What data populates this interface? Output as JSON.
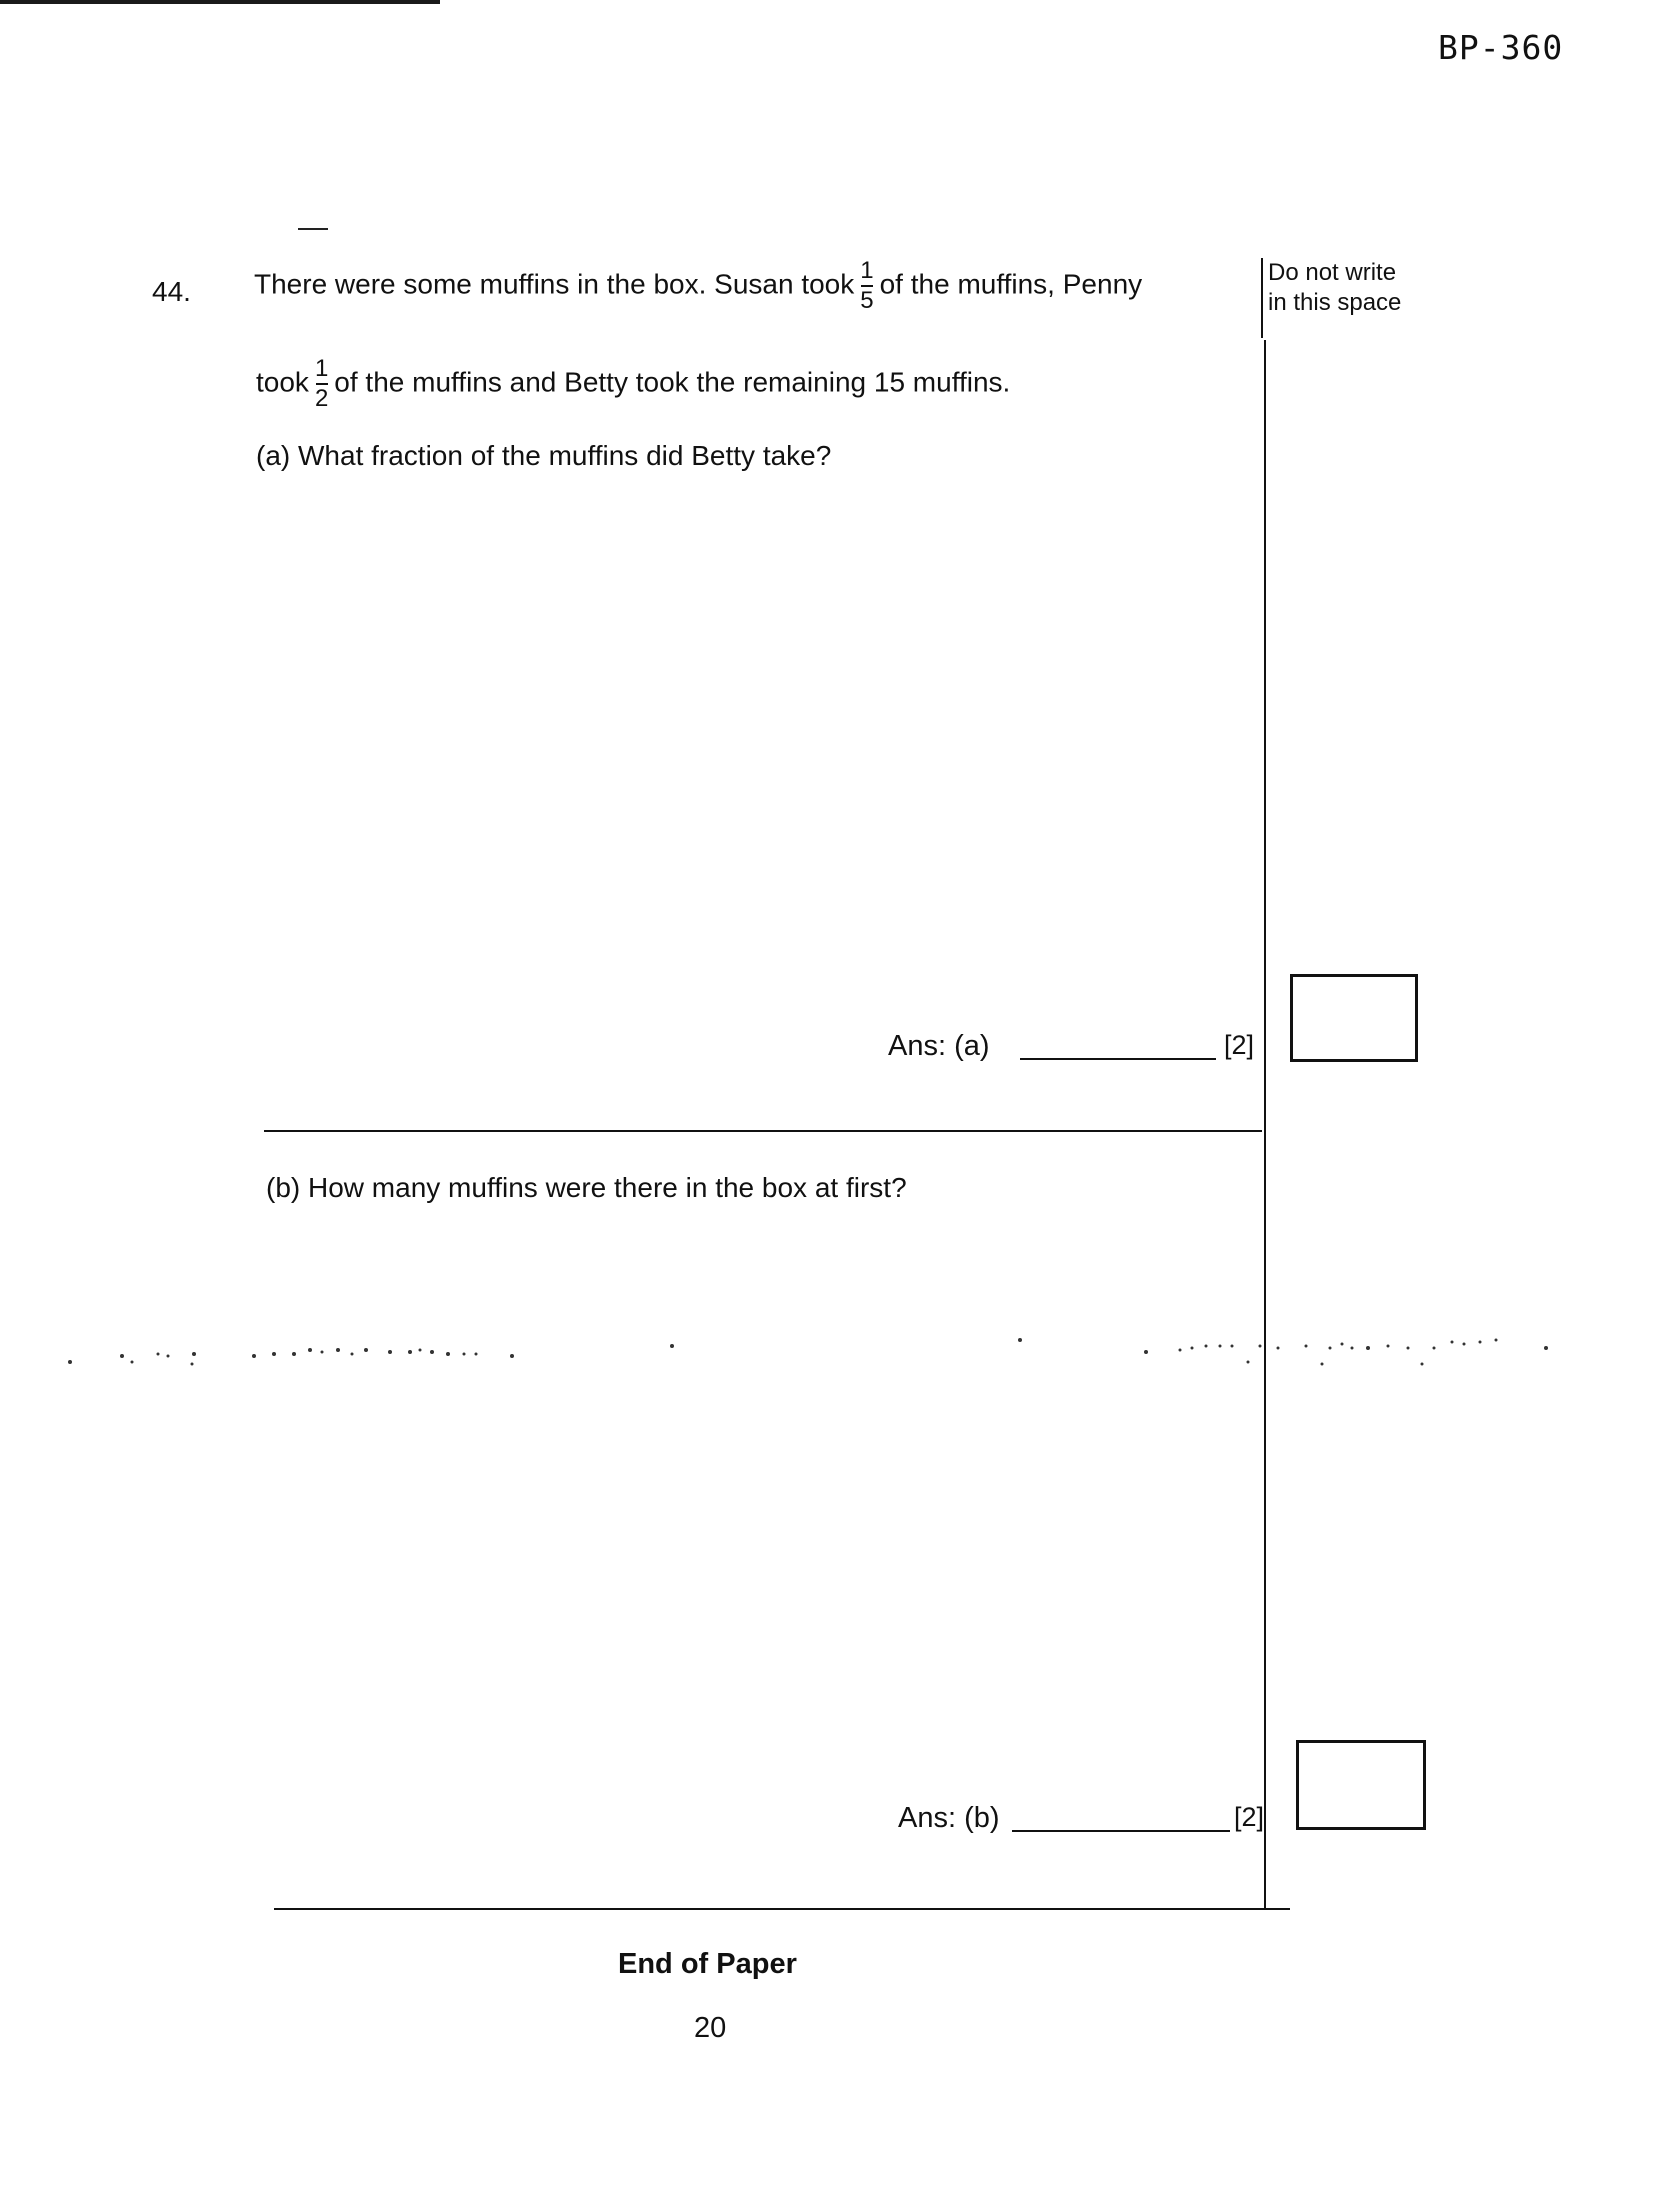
{
  "header": {
    "paper_code": "BP-360"
  },
  "question": {
    "number": "44.",
    "line1_before": "There were some muffins in the box. Susan took",
    "fraction_susan": {
      "numerator": "1",
      "denominator": "5"
    },
    "line1_after": "of the muffins, Penny",
    "line2_before": "took",
    "fraction_penny": {
      "numerator": "1",
      "denominator": "2"
    },
    "line2_after": "of the muffins and Betty took the remaining 15 muffins.",
    "part_a": "(a) What fraction of the muffins did Betty take?",
    "part_b": "(b) How many muffins were there in the box at first?"
  },
  "margin": {
    "line1": "Do not write",
    "line2": "in this space"
  },
  "answers": {
    "a_label": "Ans: (a)",
    "a_marks": "[2]",
    "b_label": "Ans: (b)",
    "b_marks": "[2]"
  },
  "footer": {
    "end_text": "End of Paper",
    "page_number": "20"
  }
}
